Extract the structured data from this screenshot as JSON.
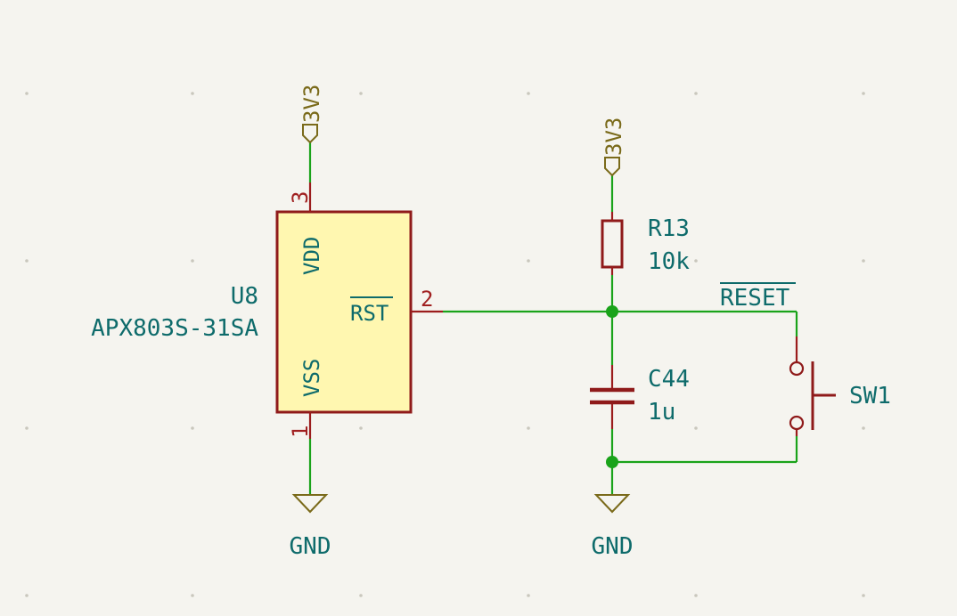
{
  "colors": {
    "background": "#f5f4ef",
    "wire": "#1aa31a",
    "junction": "#1aa31a",
    "component_outline": "#8f1a1a",
    "ic_fill": "#fff7b0",
    "reference_text": "#0e6b6b",
    "pin_number_text": "#a02020",
    "power_symbol": "#7a6a1a"
  },
  "u8": {
    "ref": "U8",
    "value": "APX803S-31SA",
    "pins": {
      "vdd": {
        "name": "VDD",
        "number": "3"
      },
      "vss": {
        "name": "VSS",
        "number": "1"
      },
      "rst": {
        "name": "RST",
        "number": "2",
        "overbar": true
      }
    }
  },
  "r13": {
    "ref": "R13",
    "value": "10k"
  },
  "c44": {
    "ref": "C44",
    "value": "1u"
  },
  "sw1": {
    "ref": "SW1"
  },
  "net_label": {
    "text": "RESET",
    "overbar": true
  },
  "power": {
    "u8_supply": "3V3",
    "r13_supply": "3V3",
    "u8_ground": "GND",
    "c44_ground": "GND"
  },
  "icons": [
    "power-flag-3v3-icon",
    "ground-icon",
    "junction-dot-icon",
    "pushbutton-icon"
  ]
}
